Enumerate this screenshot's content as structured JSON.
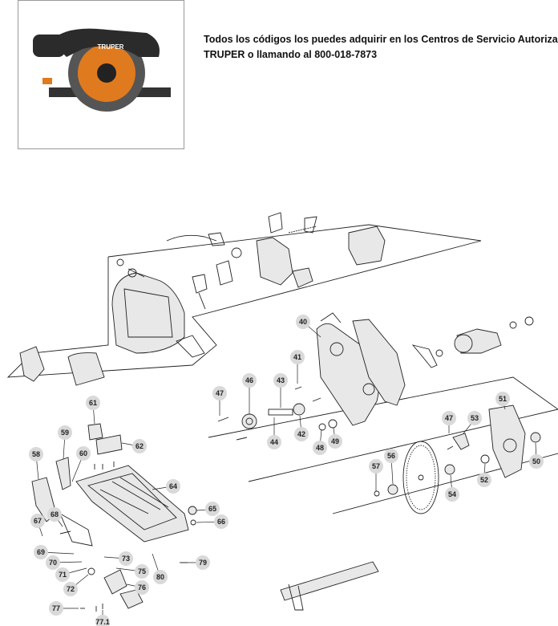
{
  "notice": {
    "line1": "Todos los códigos los puedes adquirir en los Centros de Servicio Autorizado",
    "line2": "TRUPER o llamando al 800-018-7873"
  },
  "product_photo": {
    "brand_text": "TRUPER"
  },
  "callouts": [
    "40",
    "41",
    "42",
    "43",
    "44",
    "46",
    "47",
    "48",
    "49",
    "50",
    "51",
    "52",
    "53",
    "54",
    "56",
    "57",
    "58",
    "59",
    "60",
    "61",
    "62",
    "64",
    "65",
    "66",
    "67",
    "68",
    "69",
    "70",
    "71",
    "72",
    "73",
    "75",
    "76",
    "77",
    "79",
    "80",
    "77.1"
  ]
}
